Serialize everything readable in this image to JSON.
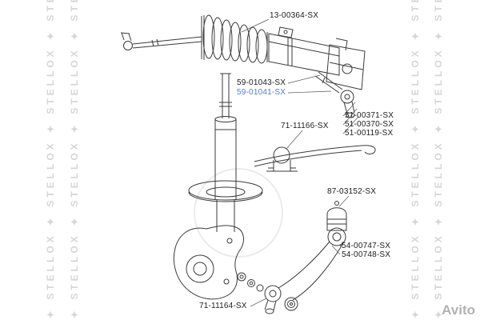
{
  "colors": {
    "label_text": "#1b1b1b",
    "label_highlight": "#4f7fd8",
    "watermark_gray": "#c9c9c9",
    "avito_gray": "#b2b2b2",
    "line_color": "#3a3a3a"
  },
  "diagram": {
    "labels": [
      {
        "text": "13-00364-SX",
        "highlighted": false
      },
      {
        "text": "59-01043-SX",
        "highlighted": false
      },
      {
        "text": "59-01041-SX",
        "highlighted": true
      },
      {
        "text": "71-11166-SX",
        "highlighted": false
      },
      {
        "text": "51-00371-SX",
        "highlighted": false
      },
      {
        "text": "51-00370-SX",
        "highlighted": false
      },
      {
        "text": "51-00119-SX",
        "highlighted": false
      },
      {
        "text": "87-03152-SX",
        "highlighted": false
      },
      {
        "text": "54-00747-SX",
        "highlighted": false
      },
      {
        "text": "54-00748-SX",
        "highlighted": false
      },
      {
        "text": "71-11164-SX",
        "highlighted": false
      }
    ]
  },
  "watermarks": {
    "column_text": "✦ STELLOX ✦ STELLOX ✦ STELLOX ✦ STELLOX ✦",
    "marketplace": "Avito"
  }
}
